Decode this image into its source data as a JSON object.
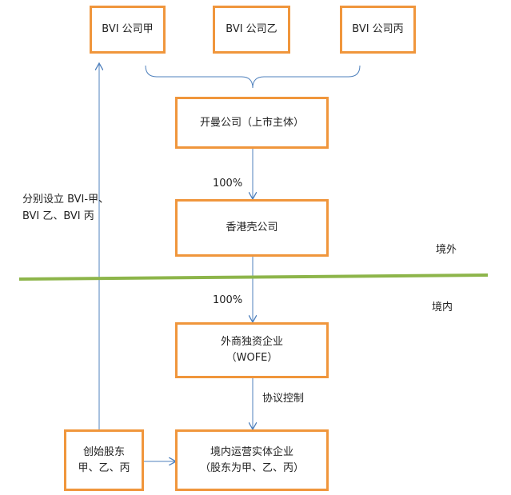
{
  "boxes": {
    "bvi_a": "BVI 公司甲",
    "bvi_b": "BVI 公司乙",
    "bvi_c": "BVI 公司丙",
    "listed": "开曼公司（上市主体）",
    "hk": "香港壳公司",
    "wofe_line1": "外商独资企业",
    "wofe_line2": "（WOFE）",
    "founders_line1": "创始股东",
    "founders_line2": "甲、乙、丙",
    "domestic_line1": "境内运营实体企业",
    "domestic_line2": "（股东为甲、乙、丙）"
  },
  "labels": {
    "pct_top": "100%",
    "pct_bottom": "100%",
    "contract": "协议控制",
    "setup_line1": "分别设立 BVI-甲、",
    "setup_line2": "BVI 乙、BVI 丙",
    "offshore": "境外",
    "onshore": "境内"
  },
  "colors": {
    "box_border": "#f0963c",
    "arrow": "#4f81bd",
    "divider": "#8db54a"
  }
}
